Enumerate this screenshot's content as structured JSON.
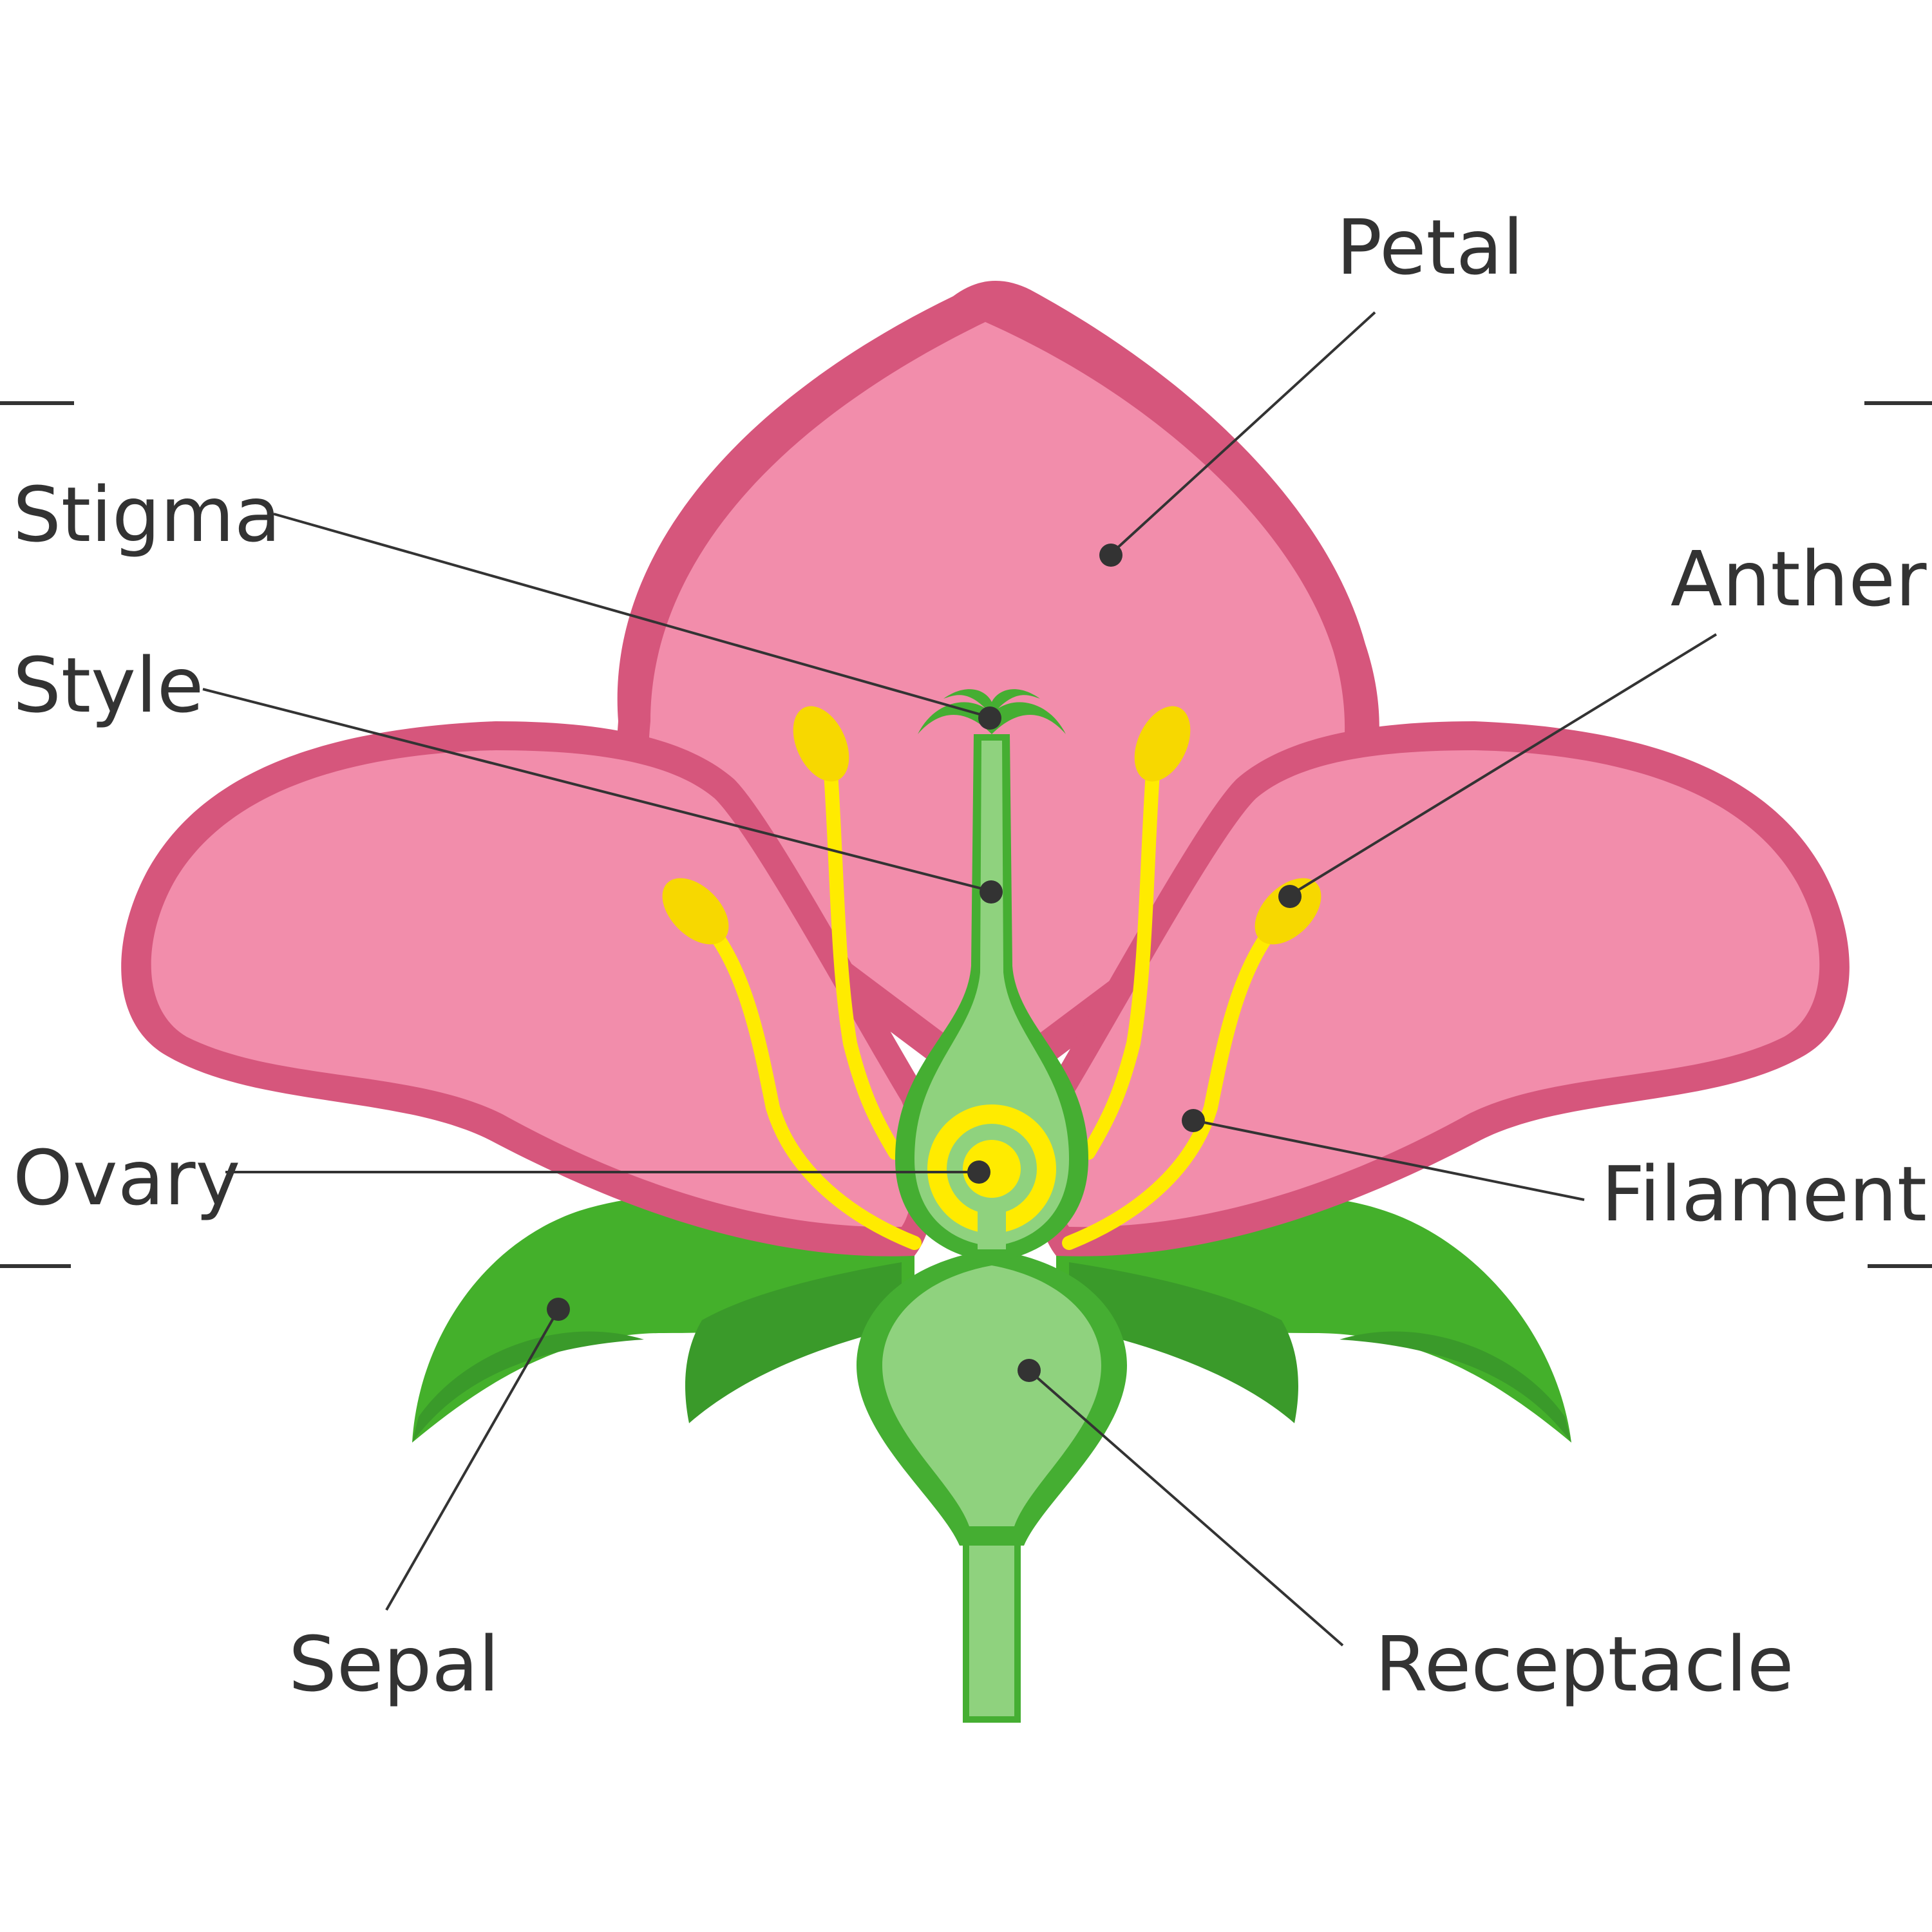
{
  "labels": {
    "petal": "Petal",
    "stigma": "Stigma",
    "anther": "Anther",
    "style": "Style",
    "ovary": "Ovary",
    "filament": "Filament",
    "sepal": "Sepal",
    "receptacle": "Receptacle"
  },
  "colors": {
    "petal_fill": "#f28dab",
    "petal_edge": "#d6567c",
    "sepal_dark": "#3a9a2a",
    "sepal_green": "#44b02b",
    "pistil_light": "#8fd27e",
    "pistil_dark": "#45ae32",
    "stamen_yellow": "#ffeb00",
    "anther_yellow": "#f7d800",
    "line": "#333333"
  }
}
